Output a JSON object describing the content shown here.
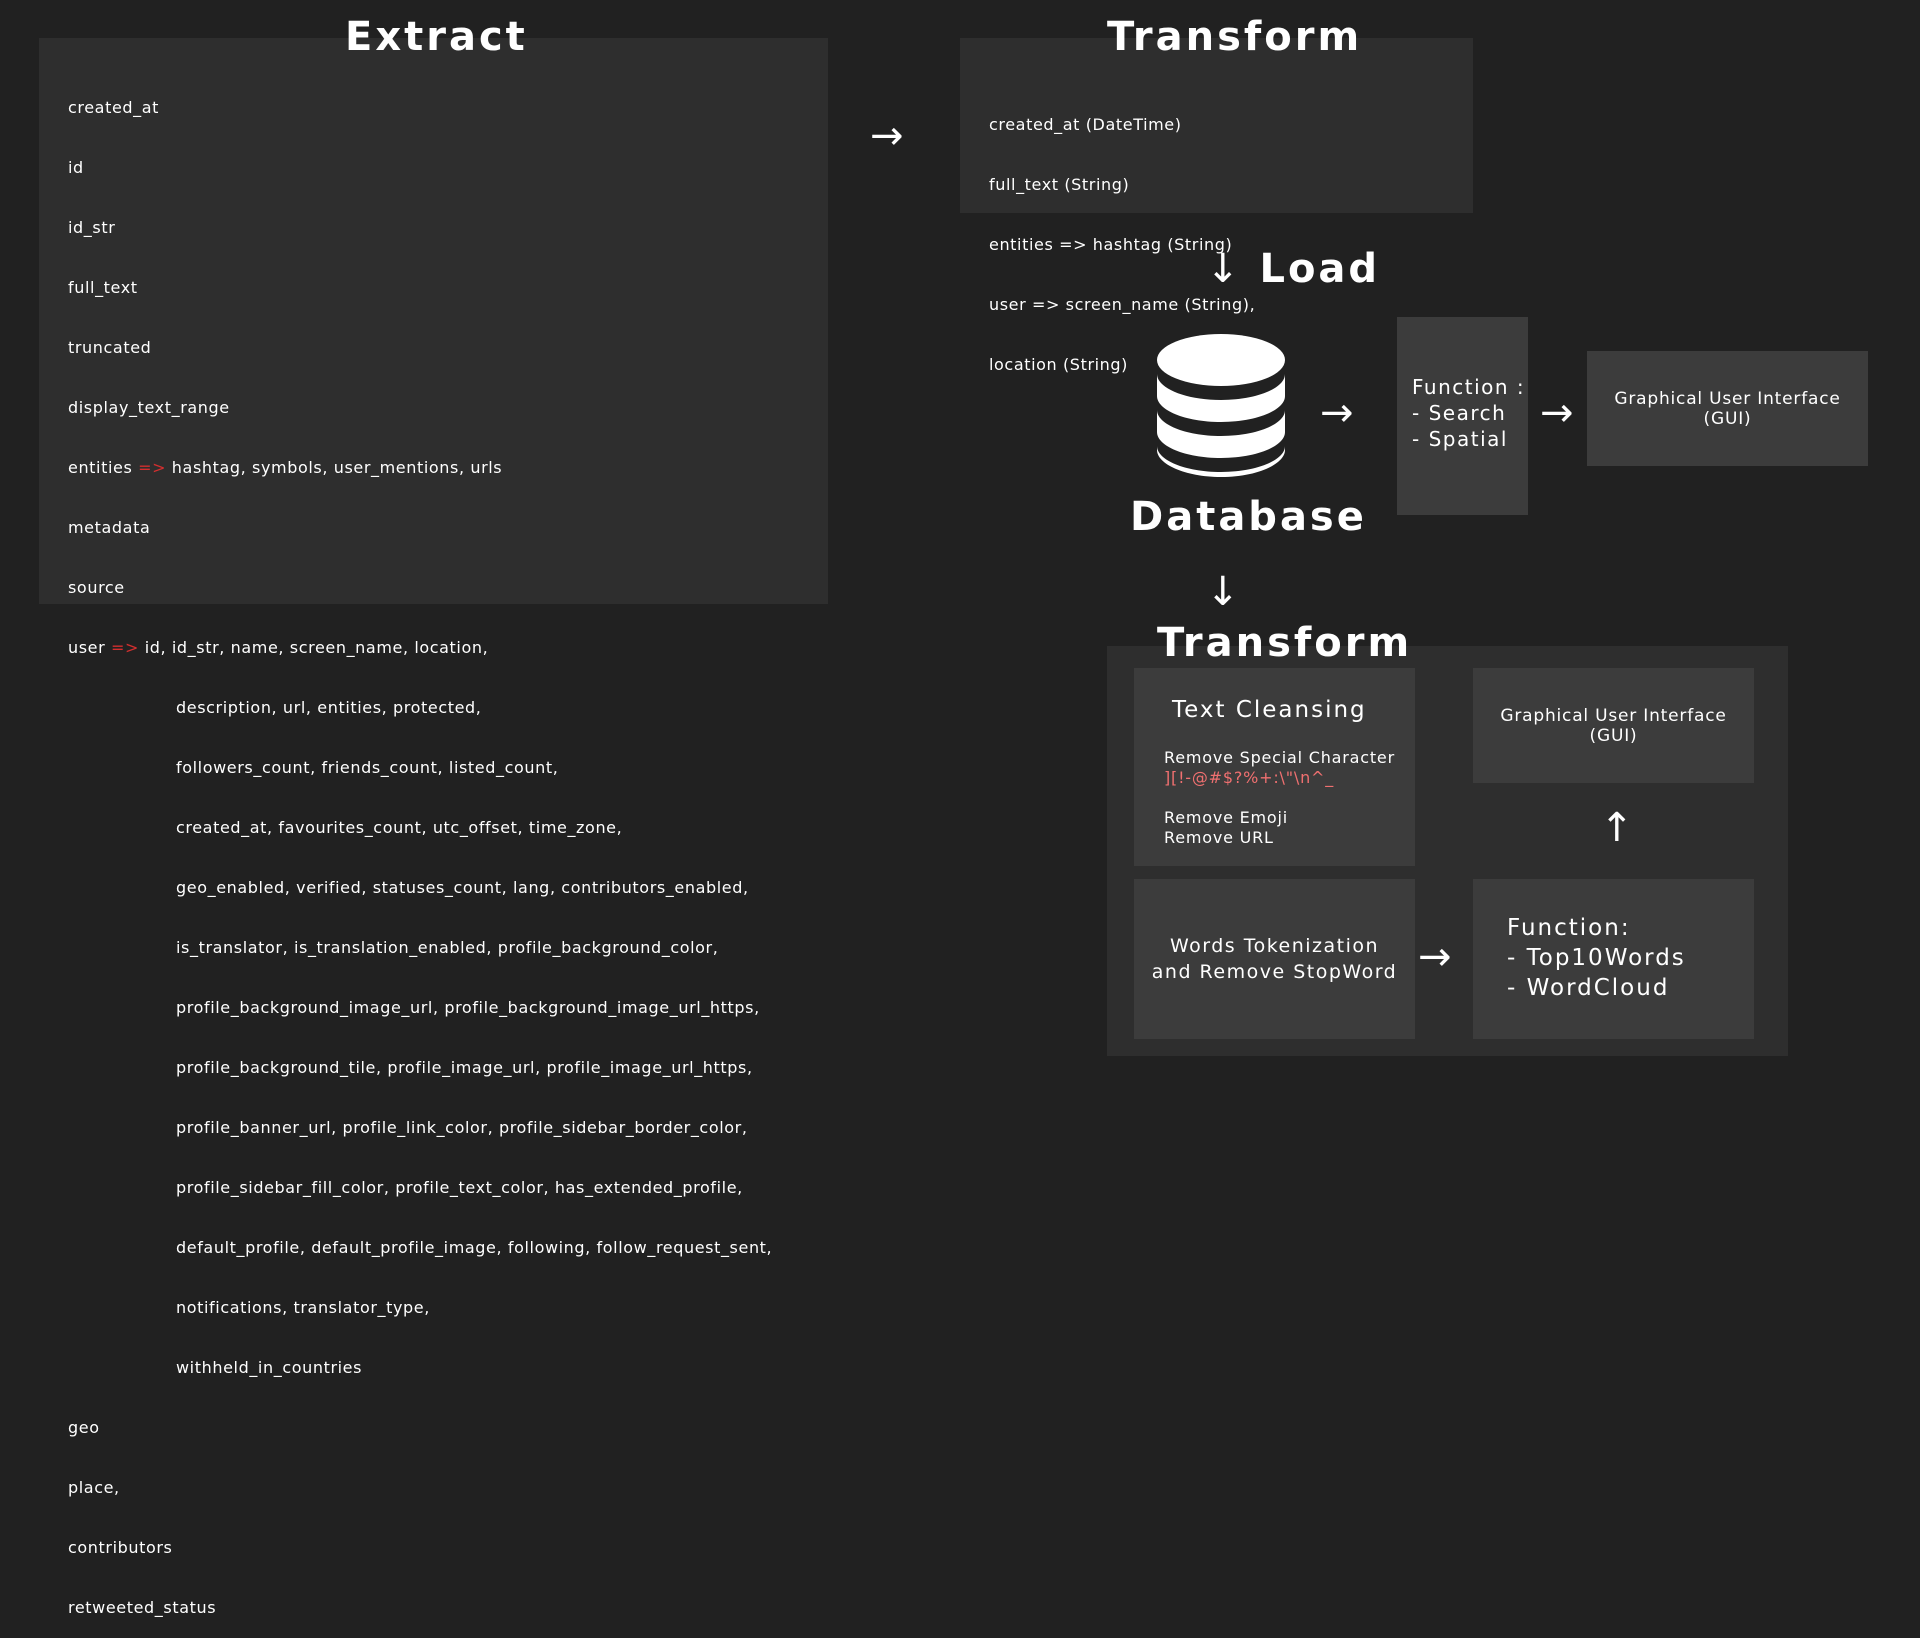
{
  "extract": {
    "title": "Extract",
    "fields": [
      "created_at",
      "id",
      "id_str",
      "full_text",
      "truncated",
      "display_text_range"
    ],
    "entities": {
      "key": "entities",
      "arrow": "=>",
      "value": "hashtag, symbols, user_mentions, urls"
    },
    "fields_mid": [
      "metadata",
      "source"
    ],
    "user": {
      "key": "user",
      "arrow": "=>",
      "first": "id, id_str, name, screen_name, location,",
      "lines": [
        "description, url, entities, protected,",
        "followers_count, friends_count, listed_count,",
        "created_at, favourites_count, utc_offset, time_zone,",
        "geo_enabled, verified, statuses_count, lang, contributors_enabled,",
        "is_translator, is_translation_enabled, profile_background_color,",
        "profile_background_image_url, profile_background_image_url_https,",
        "profile_background_tile, profile_image_url, profile_image_url_https,",
        "profile_banner_url, profile_link_color, profile_sidebar_border_color,",
        "profile_sidebar_fill_color, profile_text_color, has_extended_profile,",
        "default_profile, default_profile_image, following, follow_request_sent,",
        "notifications, translator_type,",
        "withheld_in_countries"
      ]
    },
    "fields_end": [
      "geo",
      "place,",
      "contributors",
      "retweeted_status"
    ]
  },
  "transform1": {
    "title": "Transform",
    "lines": [
      "created_at (DateTime)",
      "full_text (String)",
      "entities => hashtag (String)",
      "user => screen_name (String),",
      "location (String)"
    ]
  },
  "load": {
    "arrow": "↓",
    "title": "Load"
  },
  "database": {
    "label": "Database",
    "icon": "database-icon"
  },
  "function_box": {
    "lines": [
      "Function :",
      "- Search",
      "- Spatial"
    ]
  },
  "gui_top": {
    "line1": "Graphical User Interface",
    "line2": "(GUI)"
  },
  "transform2": {
    "title": "Transform",
    "text_cleansing": {
      "title": "Text Cleansing",
      "line1": "Remove Special Character",
      "chars": "][!-@#$?%+:\\\"\\n^_",
      "line2": "Remove Emoji",
      "line3": "Remove URL"
    },
    "gui": {
      "line1": "Graphical User Interface",
      "line2": "(GUI)"
    },
    "tokenization": {
      "line1": "Words Tokenization",
      "line2": "and Remove StopWord"
    },
    "function": {
      "lines": [
        "Function:",
        "- Top10Words",
        "- WordCloud"
      ]
    }
  },
  "arrows": {
    "right": "→",
    "down": "↓",
    "up": "↑"
  },
  "colors": {
    "background": "#212121",
    "panel": "#2e2e2e",
    "card": "#3c3c3c",
    "accent_red": "#d32f2f",
    "special_chars": "#f07070"
  }
}
